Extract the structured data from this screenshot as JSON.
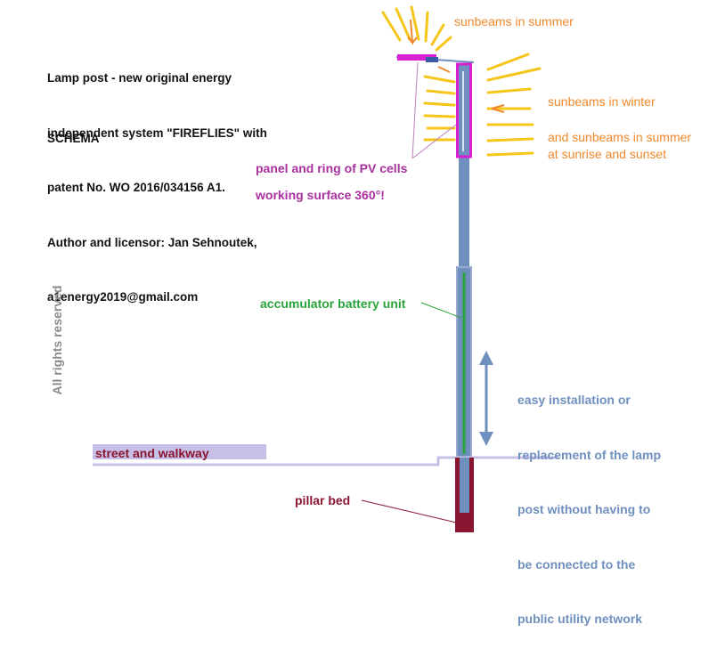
{
  "title_lines": [
    "Lamp post - new original energy",
    "independent system \"FIREFLIES\" with",
    "patent No. WO 2016/034156 A1.",
    "Author and licensor: Jan Sehnoutek,",
    "a1energy2019@gmail.com"
  ],
  "schema_label": "SCHEMA",
  "labels": {
    "sunbeams_summer": "sunbeams in summer",
    "sunbeams_winter": "sunbeams in winter",
    "sunbeams_sunrise_1": "and sunbeams in summer",
    "sunbeams_sunrise_2": "at sunrise and sunset",
    "panel_1": "panel and ring of PV cells",
    "panel_2": "working surface 360°!",
    "battery": "accumulator battery unit",
    "street": "street and walkway",
    "pillar": "pillar bed",
    "rights": "All rights reserved"
  },
  "installation_lines": [
    "easy installation or",
    "replacement of the lamp",
    "post without having to",
    "be connected to the",
    "public utility network"
  ],
  "colors": {
    "sun_orange": "#f5c518",
    "text_orange": "#f0882a",
    "pv_magenta": "#d81fd1",
    "pole_blue": "#6f8fbf",
    "battery_green": "#2aa43a",
    "street_lavender": "#c8bfe6",
    "pillar_maroon": "#8a1530",
    "arrow_blue": "#6f8fbf"
  }
}
